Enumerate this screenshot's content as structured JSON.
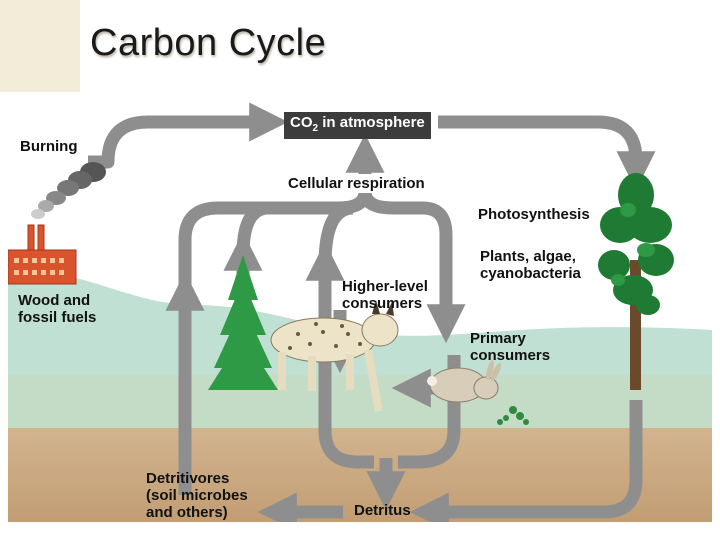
{
  "title": "Carbon Cycle",
  "labels": {
    "co2_prefix": "CO",
    "co2_sub": "2",
    "co2_suffix": " in atmosphere",
    "burning": "Burning",
    "cellular_respiration": "Cellular respiration",
    "photosynthesis": "Photosynthesis",
    "plants_line1": "Plants, algae,",
    "plants_line2": "cyanobacteria",
    "higher_line1": "Higher-level",
    "higher_line2": "consumers",
    "primary_line1": "Primary",
    "primary_line2": "consumers",
    "wood_line1": "Wood and",
    "wood_line2": "fossil fuels",
    "detritivores_line1": "Detritivores",
    "detritivores_line2": "(soil microbes",
    "detritivores_line3": "and others)",
    "detritus": "Detritus"
  },
  "colors": {
    "sky": "#ffffff",
    "hill": "#bddfd2",
    "ground_top": "#c0d9c4",
    "soil": "#c8a781",
    "arrow": "#8e8e8e",
    "tree": "#2e8b3c",
    "factory": "#d9542c"
  }
}
